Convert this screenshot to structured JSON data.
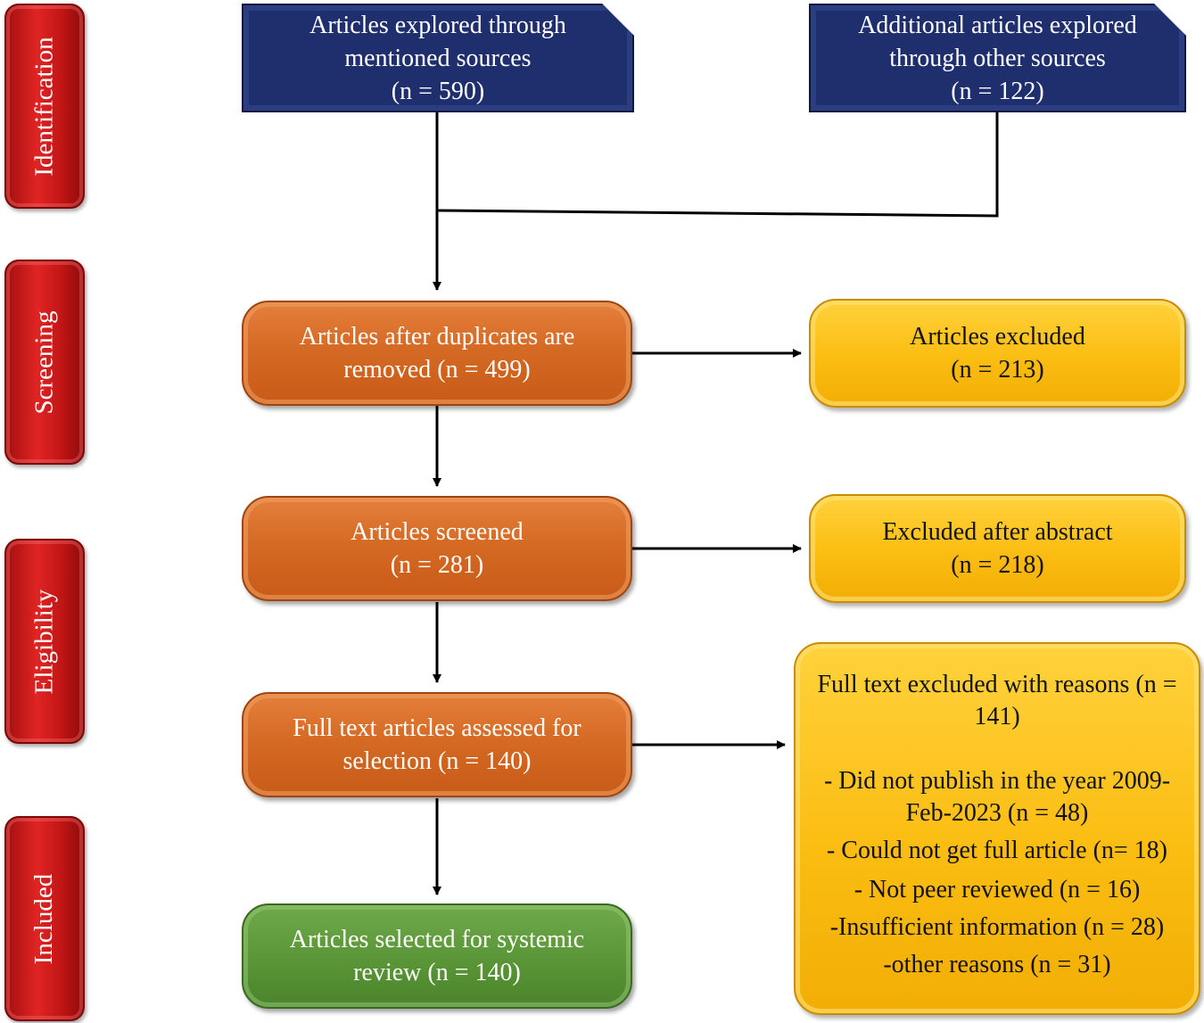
{
  "phases": {
    "identification": "Identification",
    "screening": "Screening",
    "eligibility": "Eligibility",
    "included": "Included"
  },
  "boxes": {
    "explored_mentioned": {
      "line1": "Articles explored through",
      "line2": "mentioned sources",
      "line3": "(n = 590)"
    },
    "explored_other": {
      "line1": "Additional articles explored",
      "line2": "through other sources",
      "line3": "(n = 122)"
    },
    "after_duplicates": {
      "line1": "Articles after duplicates are",
      "line2": "removed (n = 499)"
    },
    "excluded": {
      "line1": "Articles excluded",
      "line2": "(n = 213)"
    },
    "screened": {
      "line1": "Articles screened",
      "line2": "(n = 281)"
    },
    "excluded_abstract": {
      "line1": "Excluded after abstract",
      "line2": "(n = 218)"
    },
    "full_text_assessed": {
      "line1": "Full text articles assessed for",
      "line2": "selection (n = 140)"
    },
    "full_text_excluded": {
      "line1": "Full text excluded with reasons (n =",
      "line2": "141)",
      "reason1a": "- Did not publish in the year 2009-",
      "reason1b": "Feb-2023 (n = 48)",
      "reason2": "- Could not get full article (n= 18)",
      "reason3": "- Not peer reviewed (n = 16)",
      "reason4": "-Insufficient information  (n = 28)",
      "reason5": "-other reasons (n = 31)"
    },
    "selected": {
      "line1": "Articles selected for systemic",
      "line2": "review (n = 140)"
    }
  },
  "colors": {
    "navy": "#1f2f6d",
    "orange": "#d56a24",
    "yellow": "#fbbd12",
    "green": "#5a9537",
    "red": "#c41616"
  }
}
